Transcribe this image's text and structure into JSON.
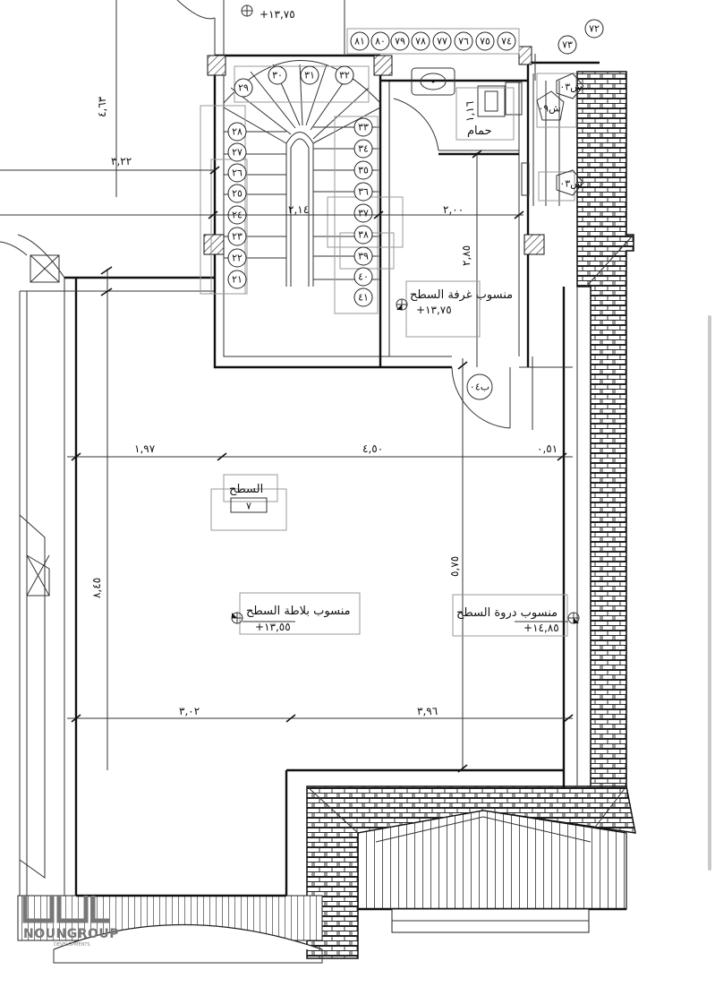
{
  "labels": {
    "top_level": "+١٣,٧٥",
    "bath_name": "حمام",
    "bath_dim": "١,١٦",
    "room_name": "منسوب غرفة السطح",
    "room_level": "+١٣,٧٥",
    "terrace_name": "السطح",
    "terrace_no": "٧",
    "slab_name": "منسوب بلاطة السطح",
    "slab_level": "+١٣,٥٥",
    "parapet_name": "منسوب دروة السطح",
    "parapet_level": "+١٤,٨٥",
    "door_b": "ب٠٤",
    "win_sh1": "ش٠٣",
    "win_sh2": "ش٠٩",
    "win_sh3": "ش٠٣"
  },
  "dims": {
    "d_463": "٤,٦٣",
    "d_322": "٣,٢٢",
    "d_214": "٢,١٤",
    "d_200": "٢,٠٠",
    "d_285": "٢,٨٥",
    "d_197": "١,٩٧",
    "d_450": "٤,٥٠",
    "d_051": "٠,٥١",
    "d_845": "٨,٤٥",
    "d_575": "٥,٧٥",
    "d_302": "٣,٠٢",
    "d_396": "٣,٩٦"
  },
  "stairs": {
    "top": [
      "٨١",
      "٨٠",
      "٧٩",
      "٧٨",
      "٧٧",
      "٧٦",
      "٧٥",
      "٧٤"
    ],
    "left": [
      "٢٨",
      "٢٧",
      "٢٦",
      "٢٥",
      "٢٤",
      "٢٣",
      "٢٢",
      "٢١"
    ],
    "right": [
      "٣٣",
      "٣٤",
      "٣٥",
      "٣٦",
      "٣٧",
      "٣٨",
      "٣٩",
      "٤٠",
      "٤١"
    ],
    "arc": [
      "٢٩",
      "٣٠",
      "٣١",
      "٣٢"
    ],
    "corner_73": "٧٣",
    "corner_72": "٧٢"
  },
  "logo": {
    "name": "NOUNGROUP",
    "sub": "DEVELOPMENTS"
  }
}
